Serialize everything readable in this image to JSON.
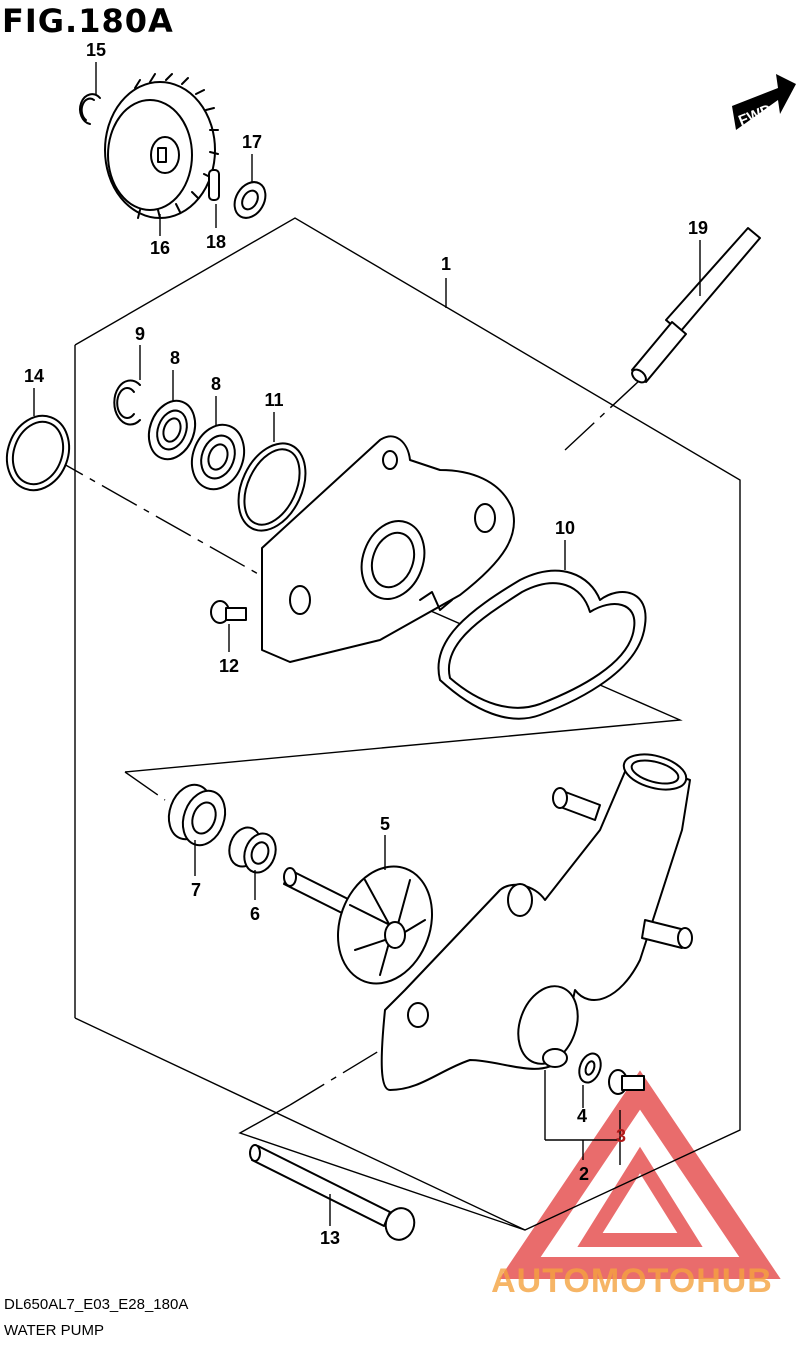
{
  "header": {
    "figure_title": "FIG.180A"
  },
  "direction": {
    "label": "FWD"
  },
  "callouts": [
    "1",
    "2",
    "3",
    "4",
    "5",
    "6",
    "7",
    "8",
    "8",
    "9",
    "10",
    "11",
    "12",
    "13",
    "14",
    "15",
    "16",
    "17",
    "18",
    "19"
  ],
  "footer": {
    "model_code": "DL650AL7_E03_E28_180A",
    "caption": "WATER PUMP"
  },
  "watermark": {
    "text": "AUTOMOTOHUB"
  },
  "colors": {
    "line": "#000000",
    "background": "#ffffff",
    "watermark_red": "#e23b3b",
    "watermark_orange": "#f4a340",
    "watermark_gray": "#8a8a8a"
  }
}
